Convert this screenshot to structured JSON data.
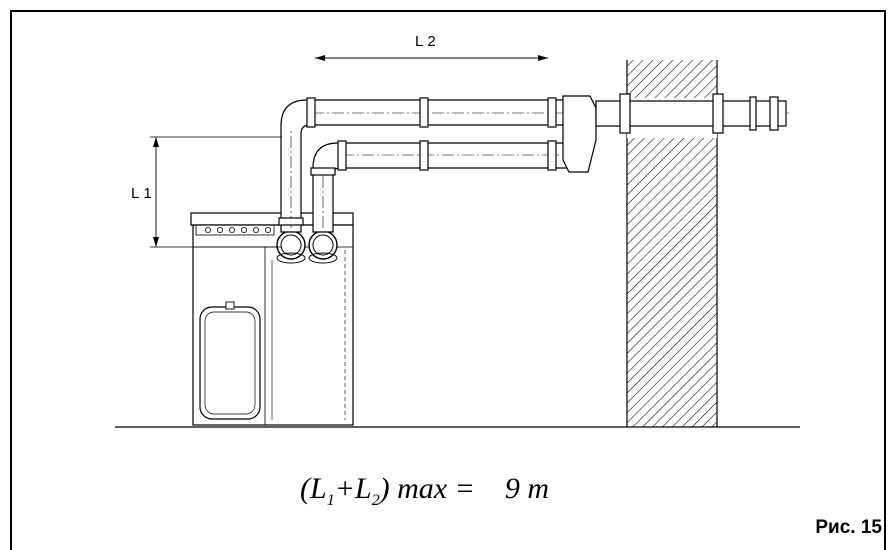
{
  "diagram": {
    "label_l2": "L2",
    "label_l1": "L1"
  },
  "formula": {
    "part_open": "(L",
    "sub_1": "1",
    "part_plus": "+L",
    "sub_2": "2",
    "part_close": ") max =",
    "value": "9 m"
  },
  "figure_label": "Рис. 15"
}
